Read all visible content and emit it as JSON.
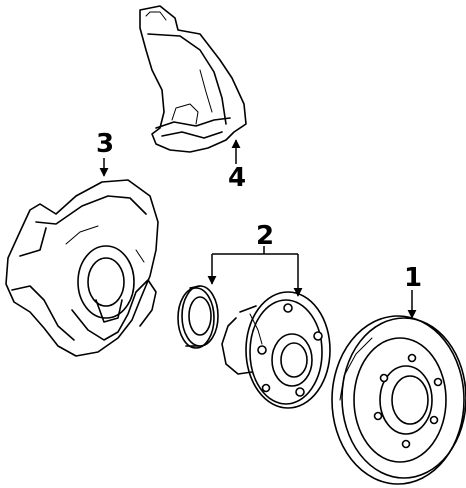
{
  "diagram": {
    "callouts": {
      "rotor": "1",
      "hub_and_bearing": "2",
      "splash_shield": "3",
      "caliper_bracket_shield": "4"
    }
  }
}
